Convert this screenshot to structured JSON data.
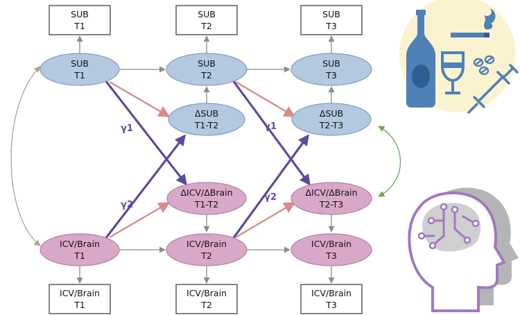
{
  "colors": {
    "sub_fill": "#b3c9e0",
    "sub_stroke": "#7f9dbf",
    "brain_fill": "#d9a8c9",
    "brain_stroke": "#b27fa3",
    "grey_arrow": "#8c8c8c",
    "red_arrow": "#d98a8a",
    "purple_arrow": "#5a4aa0",
    "green_arrow": "#6aa84f",
    "tan_arrow": "#b8a08a",
    "icon_bg": "#fbf3cf",
    "icon_blue": "#4f80b8",
    "head_purple": "#a377c2",
    "head_grey": "#b5b5b5"
  },
  "nodes": {
    "obs_sub_t1": {
      "l1": "SUB",
      "l2": "T1"
    },
    "obs_sub_t2": {
      "l1": "SUB",
      "l2": "T2"
    },
    "obs_sub_t3": {
      "l1": "SUB",
      "l2": "T3"
    },
    "sub_t1": {
      "l1": "SUB",
      "l2": "T1"
    },
    "sub_t2": {
      "l1": "SUB",
      "l2": "T2"
    },
    "sub_t3": {
      "l1": "SUB",
      "l2": "T3"
    },
    "dsub_t1t2": {
      "l1": "ΔSUB",
      "l2": "T1-T2"
    },
    "dsub_t2t3": {
      "l1": "ΔSUB",
      "l2": "T2-T3"
    },
    "dicv_t1t2": {
      "l1": "ΔICV/ΔBrain",
      "l2": "T1-T2"
    },
    "dicv_t2t3": {
      "l1": "ΔICV/ΔBrain",
      "l2": "T2-T3"
    },
    "icv_t1": {
      "l1": "ICV/Brain",
      "l2": "T1"
    },
    "icv_t2": {
      "l1": "ICV/Brain",
      "l2": "T2"
    },
    "icv_t3": {
      "l1": "ICV/Brain",
      "l2": "T3"
    },
    "obs_icv_t1": {
      "l1": "ICV/Brain",
      "l2": "T1"
    },
    "obs_icv_t2": {
      "l1": "ICV/Brain",
      "l2": "T2"
    },
    "obs_icv_t3": {
      "l1": "ICV/Brain",
      "l2": "T3"
    }
  },
  "labels": {
    "gamma1": "γ1",
    "gamma2": "γ2"
  },
  "icons": {
    "substances": "alcohol-tobacco-drugs-icon",
    "brain": "head-circuit-brain-icon"
  }
}
